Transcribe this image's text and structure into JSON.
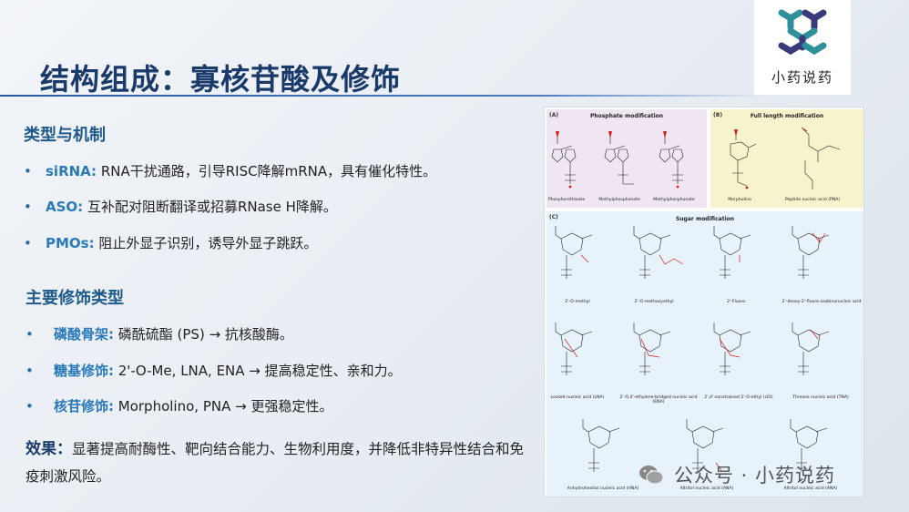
{
  "title": "结构组成：寡核苷酸及修饰",
  "logo": {
    "text": "小药说药",
    "icon": "hexagon-molecule-logo-icon"
  },
  "section1": {
    "heading": "类型与机制",
    "items": [
      {
        "bullet": "•",
        "key": "siRNA:",
        "text": " RNA干扰通路，引导RISC降解mRNA，具有催化特性。"
      },
      {
        "bullet": "•",
        "key": "ASO:",
        "text": " 互补配对阻断翻译或招募RNase H降解。"
      },
      {
        "bullet": "•",
        "key": "PMOs:",
        "text": " 阻止外显子识别，诱导外显子跳跃。"
      }
    ]
  },
  "section2": {
    "heading": "主要修饰类型",
    "items": [
      {
        "bullet": "•",
        "key": "磷酸骨架:",
        "text": " 磷酰硫酯 (PS) → 抗核酸酶。"
      },
      {
        "bullet": "•",
        "key": "糖基修饰:",
        "text": " 2'-O-Me, LNA, ENA → 提高稳定性、亲和力。"
      },
      {
        "bullet": "•",
        "key": "核苷修饰:",
        "text": " Morpholino, PNA → 更强稳定性。"
      }
    ]
  },
  "effect": {
    "key": "效果：",
    "text": "显著提高耐酶性、靶向结合能力、生物利用度，并降低非特异性结合和免疫刺激风险。"
  },
  "figure": {
    "panel_a": {
      "tag": "(A)",
      "heading": "Phosphate modification",
      "labels": [
        "Phosphorothioate",
        "Methylphosphonate",
        "Methylphosphonate"
      ]
    },
    "panel_b": {
      "tag": "(B)",
      "heading": "Full length modification",
      "labels": [
        "Morpholino",
        "Peptide nucleic acid (PNA)"
      ]
    },
    "panel_c": {
      "tag": "(C)",
      "heading": "Sugar modification",
      "labels": [
        "2'-O-methyl",
        "2'-O-methoxyethyl",
        "2'-Fluoro",
        "2'-deoxy-2'-fluoro-arabinonucleic acid",
        "Locked nucleic acid (LNA)",
        "2'-O,4'-ethylene-bridged nucleic acid (ENA)",
        "2',4'-constrained 2'-O-ethyl (cEt)",
        "Threose nucleic acid (TNA)",
        "Anhydrohexitol nucleic acid (HNA)",
        "Altritol nucleic acid (ANA)",
        "Altritol nucleic acid (ANA)"
      ]
    }
  },
  "watermark": {
    "text": "公众号 · 小药说药",
    "icon": "wechat-icon"
  },
  "colors": {
    "title": "#1a3a6a",
    "heading": "#1f5a8a",
    "key": "#2a7ab8",
    "accent_red": "#d02020"
  }
}
